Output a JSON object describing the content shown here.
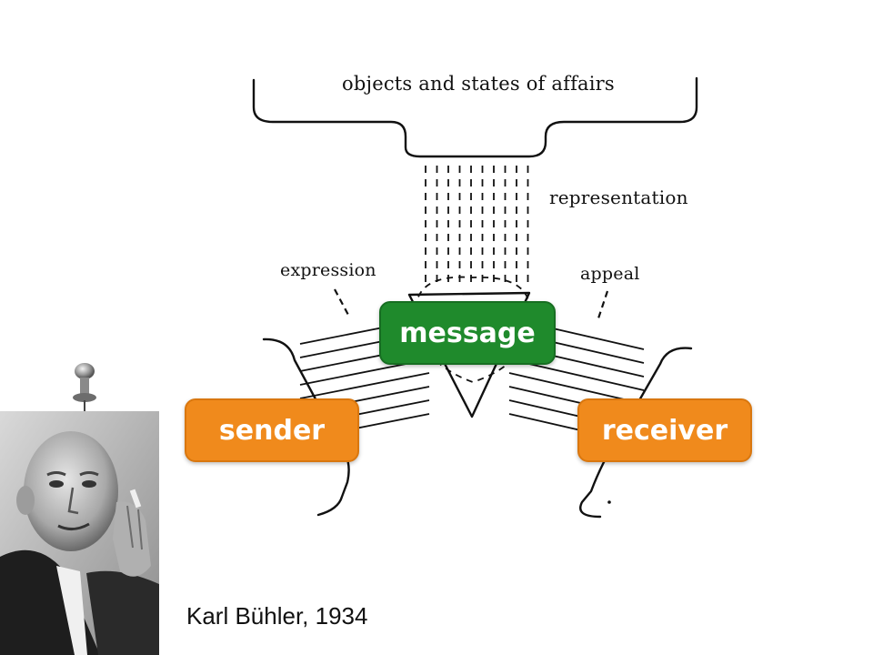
{
  "diagram": {
    "top_label": "objects and states of affairs",
    "representation_label": "representation",
    "expression_label": "expression",
    "appeal_label": "appeal",
    "message_label": "message",
    "sender_label": "sender",
    "receiver_label": "receiver"
  },
  "caption": "Karl Bühler, 1934",
  "colors": {
    "message_green": "#1f8a2c",
    "sender_orange": "#f08a1c",
    "receiver_orange": "#f08a1c"
  },
  "icons": {
    "pushpin": "pushpin-icon",
    "portrait": "portrait-photo"
  }
}
